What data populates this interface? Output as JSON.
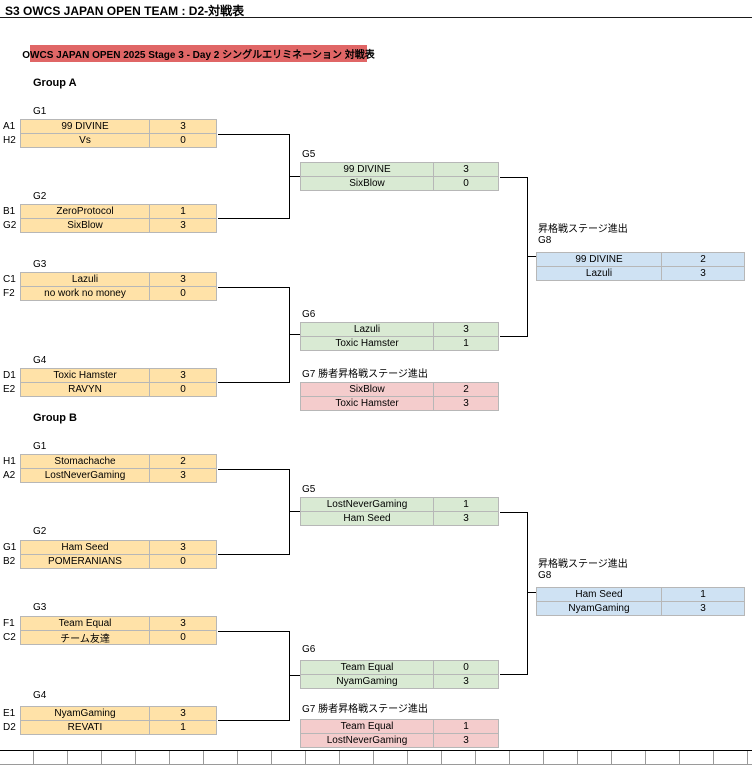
{
  "title_bar": "S3 OWCS JAPAN OPEN TEAM : D2-対戦表",
  "banner": "OWCS JAPAN OPEN 2025 Stage 3 - Day 2 シングルエリミネーション 対戦表",
  "labels": {
    "group_a": "Group A",
    "group_b": "Group B",
    "g1": "G1",
    "g2": "G2",
    "g3": "G3",
    "g4": "G4",
    "g5": "G5",
    "g6": "G6",
    "g8": "G8",
    "promotion": "昇格戦ステージ進出",
    "g7_note": "G7 勝者昇格戦ステージ進出"
  },
  "colors": {
    "banner_bg": "#e06666",
    "round1_bg": "#ffe2a8",
    "semi_bg": "#d9ead3",
    "loser_bg": "#f4cccc",
    "final_bg": "#cfe2f3"
  },
  "groupA": {
    "g1": [
      {
        "seed": "A1",
        "team": "99 DIVINE",
        "score": "3"
      },
      {
        "seed": "H2",
        "team": "Vs",
        "score": "0"
      }
    ],
    "g2": [
      {
        "seed": "B1",
        "team": "ZeroProtocol",
        "score": "1"
      },
      {
        "seed": "G2",
        "team": "SixBlow",
        "score": "3"
      }
    ],
    "g3": [
      {
        "seed": "C1",
        "team": "Lazuli",
        "score": "3"
      },
      {
        "seed": "F2",
        "team": "no work no money",
        "score": "0"
      }
    ],
    "g4": [
      {
        "seed": "D1",
        "team": "Toxic Hamster",
        "score": "3"
      },
      {
        "seed": "E2",
        "team": "RAVYN",
        "score": "0"
      }
    ],
    "g5": [
      {
        "team": "99 DIVINE",
        "score": "3"
      },
      {
        "team": "SixBlow",
        "score": "0"
      }
    ],
    "g6": [
      {
        "team": "Lazuli",
        "score": "3"
      },
      {
        "team": "Toxic Hamster",
        "score": "1"
      }
    ],
    "g7": [
      {
        "team": "SixBlow",
        "score": "2"
      },
      {
        "team": "Toxic Hamster",
        "score": "3"
      }
    ],
    "g8": [
      {
        "team": "99 DIVINE",
        "score": "2"
      },
      {
        "team": "Lazuli",
        "score": "3"
      }
    ]
  },
  "groupB": {
    "g1": [
      {
        "seed": "H1",
        "team": "Stomachache",
        "score": "2"
      },
      {
        "seed": "A2",
        "team": "LostNeverGaming",
        "score": "3"
      }
    ],
    "g2": [
      {
        "seed": "G1",
        "team": "Ham Seed",
        "score": "3"
      },
      {
        "seed": "B2",
        "team": "POMERANIANS",
        "score": "0"
      }
    ],
    "g3": [
      {
        "seed": "F1",
        "team": "Team Equal",
        "score": "3"
      },
      {
        "seed": "C2",
        "team": "チーム友達",
        "score": "0"
      }
    ],
    "g4": [
      {
        "seed": "E1",
        "team": "NyamGaming",
        "score": "3"
      },
      {
        "seed": "D2",
        "team": "REVATI",
        "score": "1"
      }
    ],
    "g5": [
      {
        "team": "LostNeverGaming",
        "score": "1"
      },
      {
        "team": "Ham Seed",
        "score": "3"
      }
    ],
    "g6": [
      {
        "team": "Team Equal",
        "score": "0"
      },
      {
        "team": "NyamGaming",
        "score": "3"
      }
    ],
    "g7": [
      {
        "team": "Team Equal",
        "score": "1"
      },
      {
        "team": "LostNeverGaming",
        "score": "3"
      }
    ],
    "g8": [
      {
        "team": "Ham Seed",
        "score": "1"
      },
      {
        "team": "NyamGaming",
        "score": "3"
      }
    ]
  }
}
